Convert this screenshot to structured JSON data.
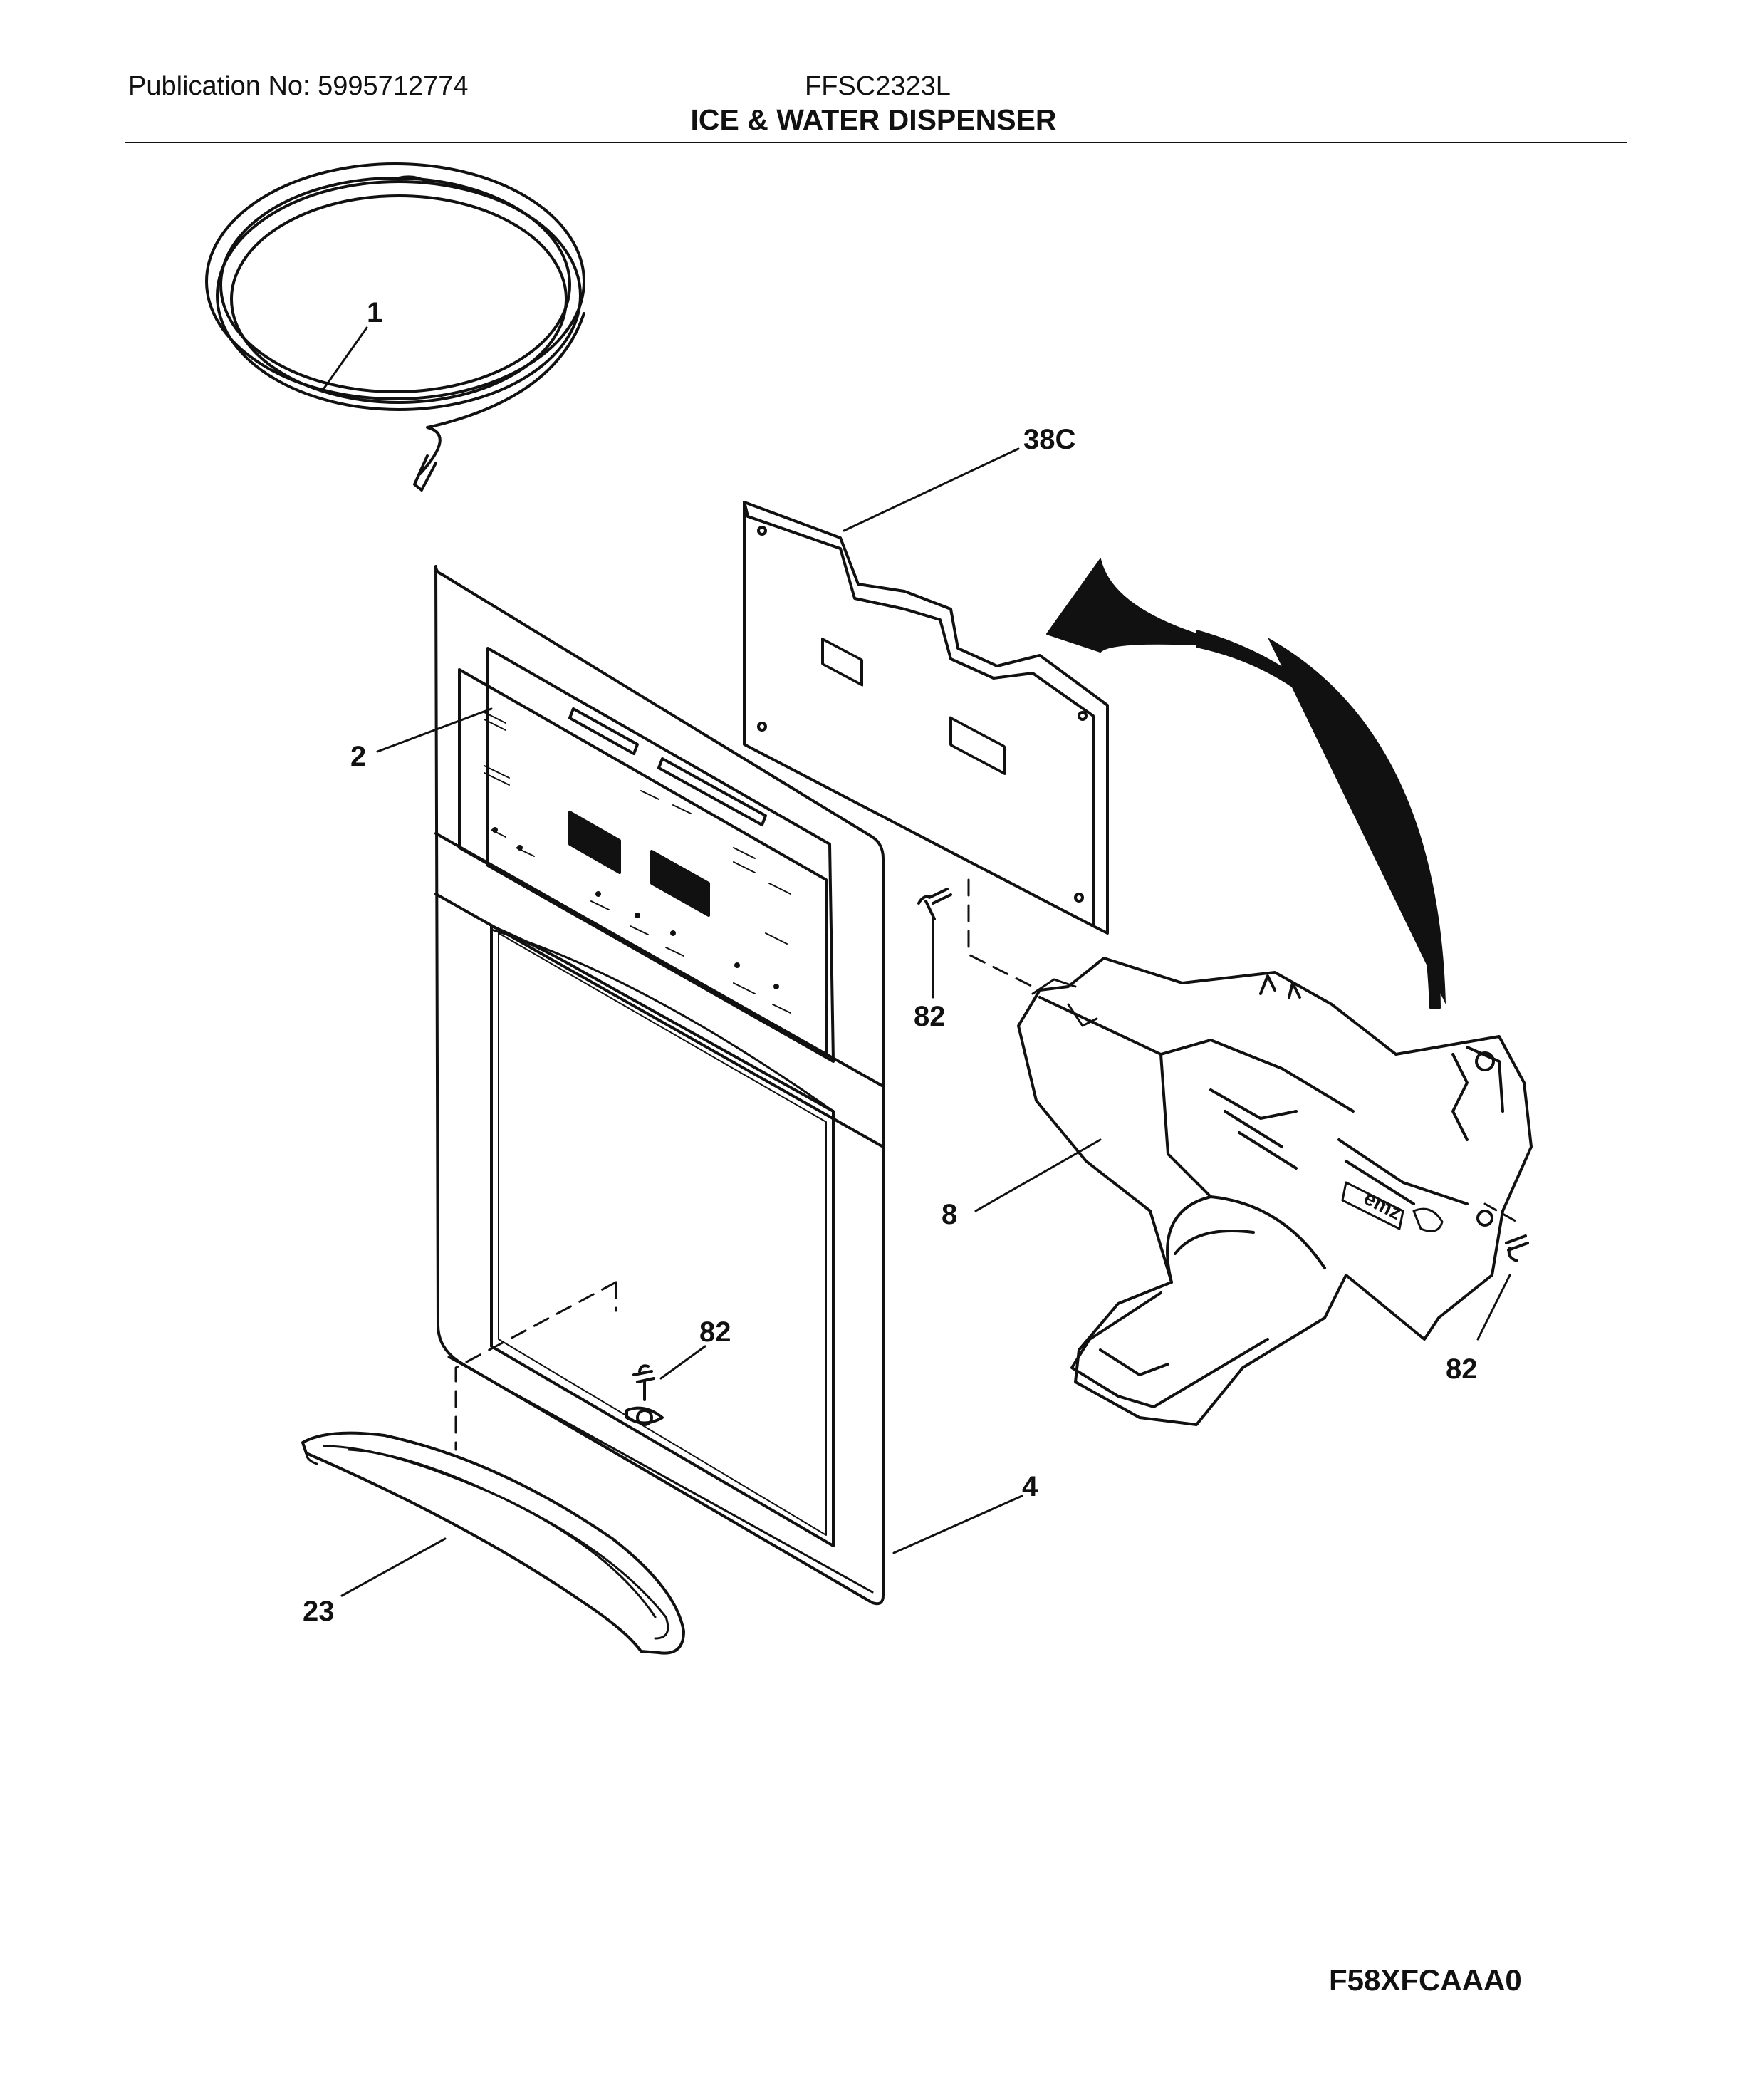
{
  "header": {
    "publication": "Publication No: 5995712774",
    "model": "FFSC2323L",
    "title": "ICE & WATER DISPENSER"
  },
  "footer": {
    "diagram_code": "F58XFCAAA0"
  },
  "callouts": {
    "c1": "1",
    "c38C": "38C",
    "c2": "2",
    "c82a": "82",
    "c8": "8",
    "c82b": "82",
    "c82c": "82",
    "c4": "4",
    "c23": "23"
  },
  "panel_labels": {
    "emz_logo": "emz"
  }
}
